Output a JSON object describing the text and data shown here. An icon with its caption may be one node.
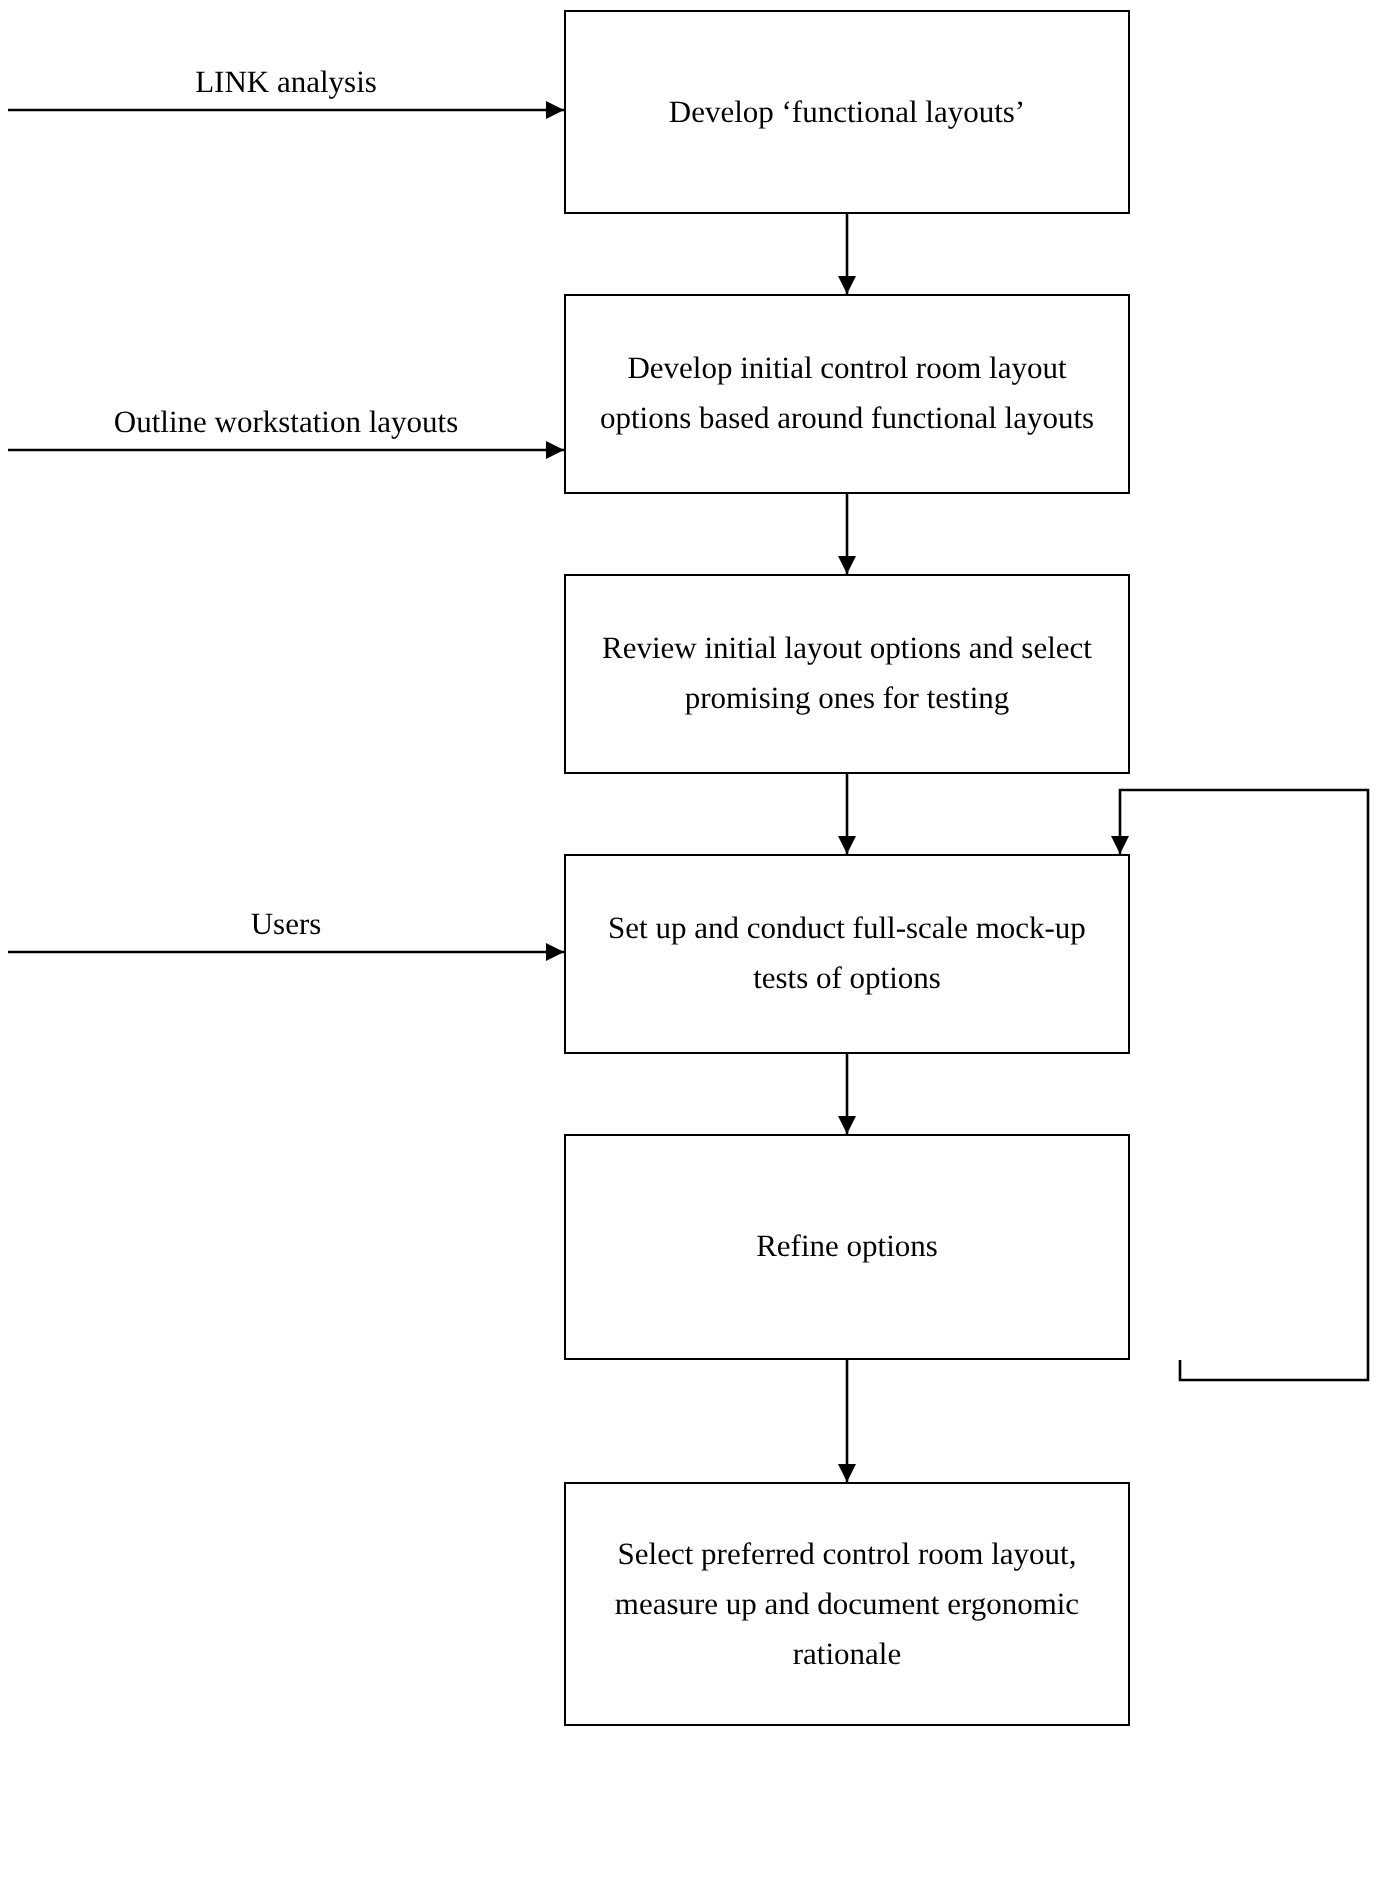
{
  "diagram": {
    "nodes": [
      {
        "text": [
          "Develop ‘functional layouts’"
        ]
      },
      {
        "text": [
          "Develop initial control room layout options based around functional layouts"
        ]
      },
      {
        "text": [
          "Review initial layout options and select promising ones for testing"
        ]
      },
      {
        "text": [
          "Set up and conduct full-scale mock-up tests of options"
        ]
      },
      {
        "text": [
          "Refine options"
        ]
      },
      {
        "text": [
          "Select preferred control room layout, measure up and document ergonomic rationale"
        ]
      }
    ],
    "edges": [
      {
        "from": null,
        "to": 0,
        "arrow": "to",
        "label": "LINK analysis"
      },
      {
        "from": null,
        "to": 1,
        "arrow": "to",
        "label": "Outline workstation layouts"
      },
      {
        "from": 0,
        "to": 1,
        "arrow": "to"
      },
      {
        "from": 1,
        "to": 2,
        "arrow": "to"
      },
      {
        "from": 2,
        "to": 3,
        "arrow": "to"
      },
      {
        "from": null,
        "to": 3,
        "arrow": "to",
        "label": "Users"
      },
      {
        "from": 3,
        "to": 4,
        "arrow": "to"
      },
      {
        "from": 4,
        "to": 5,
        "arrow": "to"
      },
      {
        "from": 4,
        "to": 3,
        "arrow": "to"
      }
    ]
  }
}
